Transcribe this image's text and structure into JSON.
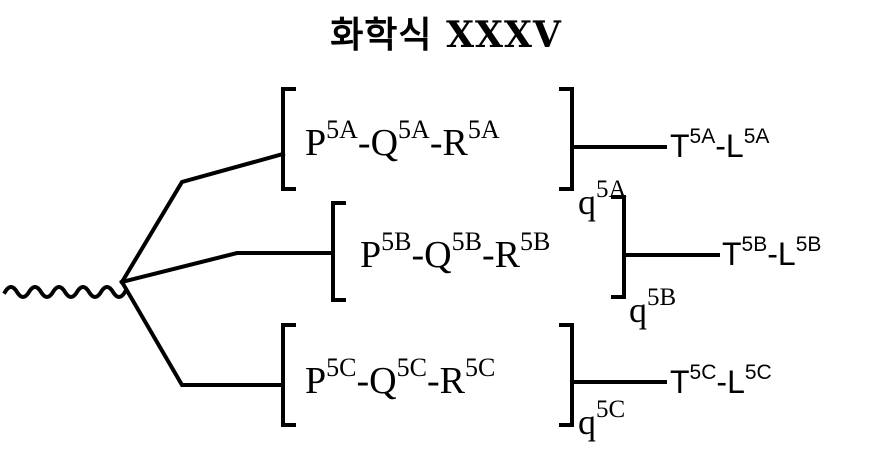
{
  "title": "화학식 XXXV",
  "branches": [
    {
      "id": "a",
      "p": "P",
      "p_sup": "5A",
      "q": "Q",
      "q_sup": "5A",
      "r": "R",
      "r_sup": "5A",
      "rep": "q",
      "rep_sup": "5A",
      "t": "T",
      "t_sup": "5A",
      "l": "L",
      "l_sup": "5A",
      "sep": "-"
    },
    {
      "id": "b",
      "p": "P",
      "p_sup": "5B",
      "q": "Q",
      "q_sup": "5B",
      "r": "R",
      "r_sup": "5B",
      "rep": "q",
      "rep_sup": "5B",
      "t": "T",
      "t_sup": "5B",
      "l": "L",
      "l_sup": "5B",
      "sep": "-"
    },
    {
      "id": "c",
      "p": "P",
      "p_sup": "5C",
      "q": "Q",
      "q_sup": "5C",
      "r": "R",
      "r_sup": "5C",
      "rep": "q",
      "rep_sup": "5C",
      "t": "T",
      "t_sup": "5C",
      "l": "L",
      "l_sup": "5C",
      "sep": "-"
    }
  ]
}
